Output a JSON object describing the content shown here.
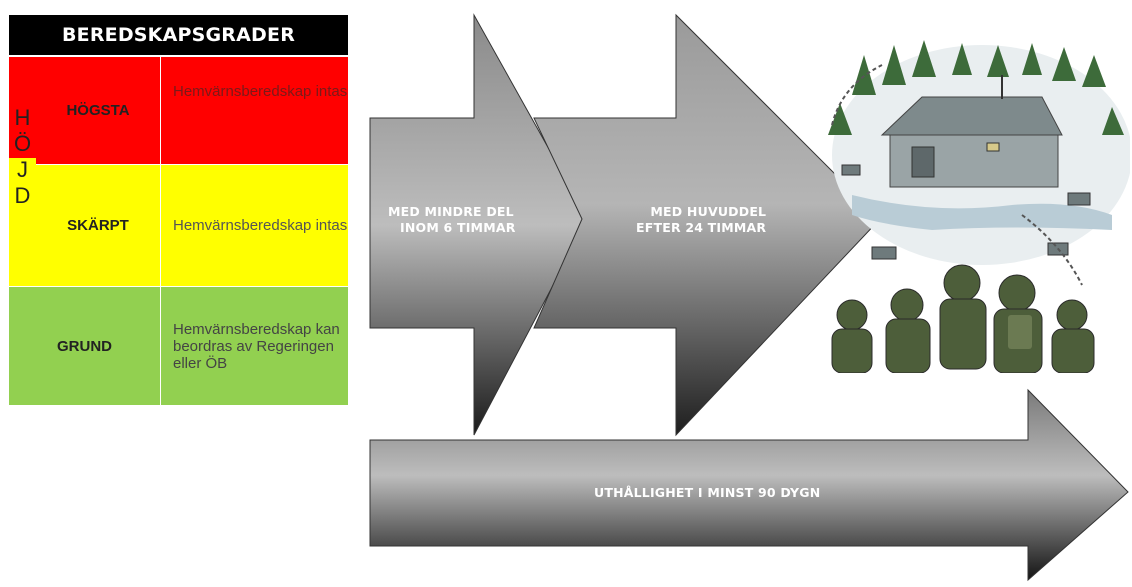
{
  "table": {
    "title": "BEREDSKAPSGRADER",
    "side_letters": [
      "H",
      "Ö",
      "J",
      "D"
    ],
    "levels": [
      {
        "name": "HÖGSTA",
        "description": "Hemvärnsberedskap intas",
        "color": "#ff0000"
      },
      {
        "name": "SKÄRPT",
        "description": "Hemvärnsberedskap intas",
        "color": "#ffff00"
      },
      {
        "name": "GRUND",
        "description": "Hemvärnsberedskap kan beordras av Regeringen eller ÖB",
        "color": "#92d050"
      }
    ]
  },
  "arrows": {
    "first": {
      "line1": "MED MINDRE DEL",
      "line2": "INOM 6 TIMMAR"
    },
    "second": {
      "line1": "MED HUVUDDEL",
      "line2": "EFTER 24 TIMMAR"
    },
    "bottom": {
      "text": "UTHÅLLIGHET I MINST 90 DYGN"
    }
  },
  "colors": {
    "arrow_dark": "#1a1a1a",
    "arrow_light": "#bdbdbd",
    "header": "#000000"
  }
}
